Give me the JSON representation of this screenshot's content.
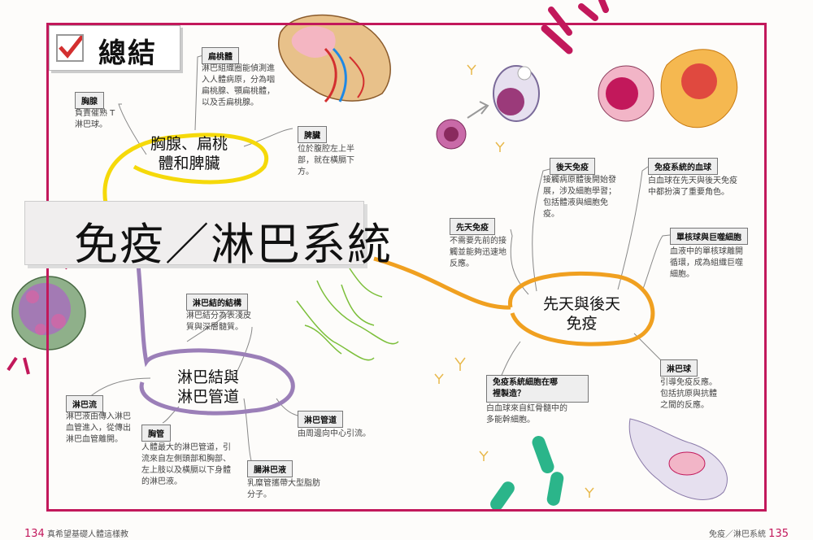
{
  "title_box": {
    "check_icon": "checkmark-icon",
    "label": "總結"
  },
  "main_title": "免疫／淋巴系統",
  "hubs": {
    "thymus_tonsil_spleen": [
      "胸腺、扁桃",
      "體和脾臟"
    ],
    "innate_adaptive": [
      "先天與後天",
      "免疫"
    ],
    "lymph_nodes_vessels": [
      "淋巴結與",
      "淋巴管道"
    ]
  },
  "boxes": {
    "tonsil": {
      "label": "扁桃體",
      "text": [
        "淋巴組織圈能偵測進",
        "入人體病原，分為咽",
        "扁桃腺、顎扁桃體，",
        "以及舌扁桃腺。"
      ]
    },
    "thymus": {
      "label": "胸腺",
      "text": [
        "負責催熟 T",
        "淋巴球。"
      ]
    },
    "spleen": {
      "label": "脾臟",
      "text": [
        "位於腹腔左上半",
        "部，就在橫膈下",
        "方。"
      ]
    },
    "adaptive": {
      "label": "後天免疫",
      "text": [
        "接觸病原體後開始發",
        "展，涉及細胞學習；",
        "包括體液與細胞免",
        "疫。"
      ]
    },
    "immune_blood": {
      "label": "免疫系統的血球",
      "text": [
        "白血球在先天與後天免疫",
        "中都扮演了重要角色。"
      ]
    },
    "innate": {
      "label": "先天免疫",
      "text": [
        "不需要先前的接",
        "觸並能夠迅速地",
        "反應。"
      ]
    },
    "monocyte": {
      "label": "單核球與巨噬細胞",
      "text": [
        "血液中的單核球離開",
        "循環，成為組織巨噬",
        "細胞。"
      ]
    },
    "node_structure": {
      "label": "淋巴結的結構",
      "text": [
        "淋巴結分為表淺皮",
        "質與深層髓質。"
      ]
    },
    "lymphocyte": {
      "label": "淋巴球",
      "text": [
        "引導免疫反應。",
        "包括抗原與抗體",
        "之間的反應。"
      ]
    },
    "origin": {
      "label": [
        "免疫系統細胞在哪",
        "裡製造？"
      ],
      "text": [
        "白血球來自紅骨髓中的",
        "多能幹細胞。"
      ]
    },
    "lymph_flow": {
      "label": "淋巴流",
      "text": [
        "淋巴液由傳入淋巴",
        "血管進入，從傳出",
        "淋巴血管離開。"
      ]
    },
    "lymph_vessel": {
      "label": "淋巴管道",
      "text": [
        "由周邊向中心引流。"
      ]
    },
    "duct": {
      "label": "胸管",
      "text": [
        "人體最大的淋巴管道，引",
        "流來自左側頭部和胸部、",
        "左上肢以及橫膈以下身體",
        "的淋巴液。"
      ]
    },
    "lacteal": {
      "label": "腸淋巴液",
      "text": [
        "乳糜管攜帶大型脂肪",
        "分子。"
      ]
    }
  },
  "footer": {
    "left_page": "134",
    "left_text": "真希望基礎人體這樣教",
    "right_text": "免疫／淋巴系統",
    "right_page": "135"
  },
  "colors": {
    "frame": "#c2185b",
    "yellow": "#f5d90a",
    "orange": "#f0a020",
    "purple": "#9b7fb8"
  }
}
